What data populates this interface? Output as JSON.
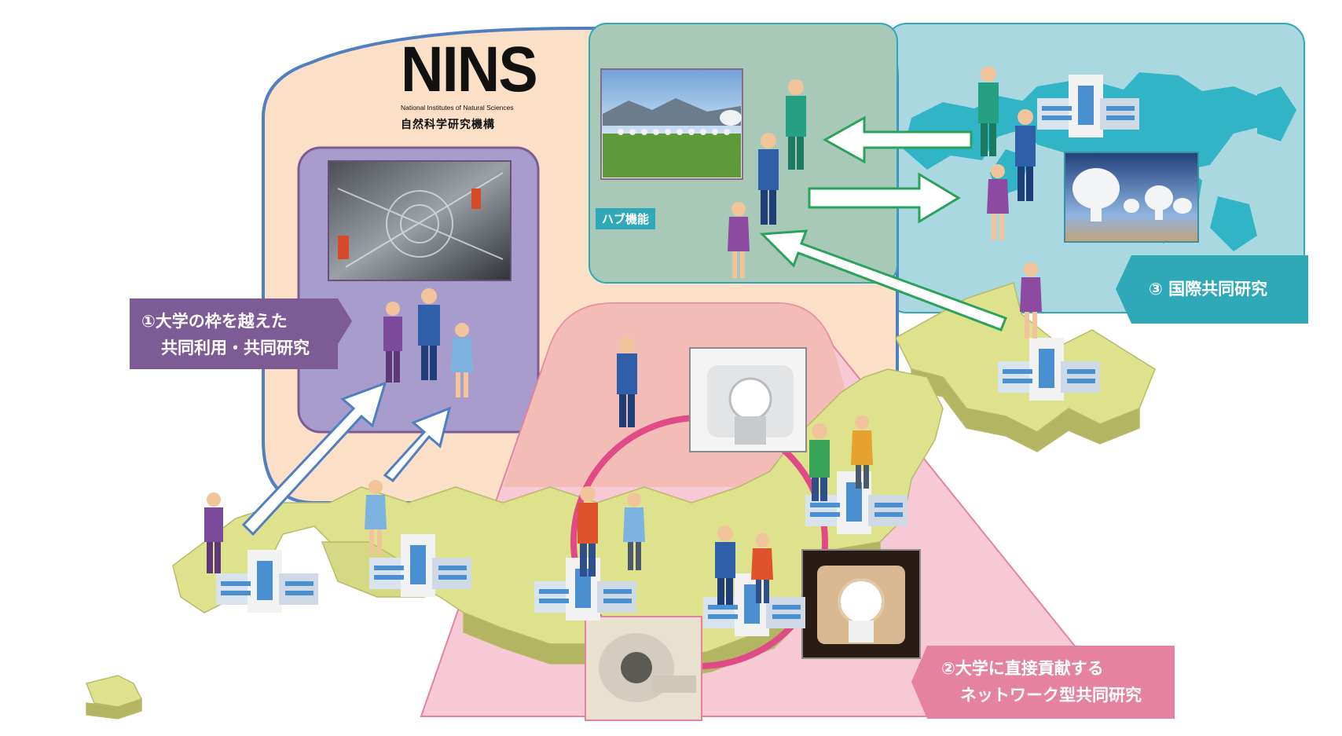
{
  "logo": {
    "wordmark": "NINS",
    "subtitle": "National Institutes of Natural Sciences",
    "japanese_name": "自然科学研究機構"
  },
  "hub_label": "ハブ機能",
  "callouts": {
    "c1_line1": "①大学の枠を越えた",
    "c1_line2": "共同利用・共同研究",
    "c2_line1": "②大学に直接貢献する",
    "c2_line2": "ネットワーク型共同研究",
    "c3": "③ 国際共同研究"
  },
  "colors": {
    "nins_area": "#fbdfc6",
    "nins_border": "#4f7fc1",
    "purple_box": "#a79ccc",
    "purple_callout": "#7d5b95",
    "hub_box": "#a8c9b8",
    "intl_box": "#a9d8e0",
    "intl_callout": "#2fa9b8",
    "network_area": "#f7c9d4",
    "network_callout": "#e582a0",
    "ring": "#e04a86",
    "japan_land": "#dfe28c",
    "green_arrow": "#2aa35a"
  }
}
